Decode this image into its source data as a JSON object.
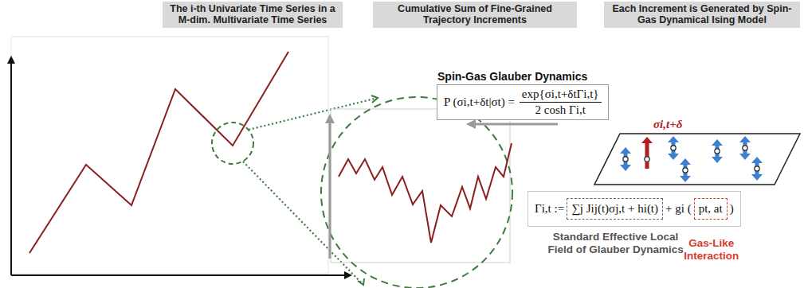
{
  "diagram": {
    "nodes": [
      {
        "text": [
          "The i-th Univariate Time Series in a M-dim. Multivariate Time Series"
        ]
      },
      {
        "text": [
          "Cumulative Sum of Fine-Grained Trajectory Increments"
        ]
      },
      {
        "text": [
          "Each Increment is Generated by Spin-Gas Dynamical Ising Model"
        ]
      },
      {
        "text": [
          "Spin-Gas Glauber Dynamics",
          "P (σi,t+δt|σt) =",
          "exp{σi,t+δtΓi,t}",
          "2 cosh Γi,t"
        ]
      },
      {
        "text": [
          "Γi,t :=",
          "+ gi (",
          ")"
        ]
      },
      {
        "text": [
          "∑j Jij(t)σj,t + hi(t)",
          "Standard Effective Local Field of Glauber Dynamics"
        ],
        "in": 4
      },
      {
        "text": [
          "pt, at",
          "Gas-Like Interaction"
        ],
        "in": 4
      }
    ],
    "labels": [
      "σi,t+δ"
    ]
  }
}
